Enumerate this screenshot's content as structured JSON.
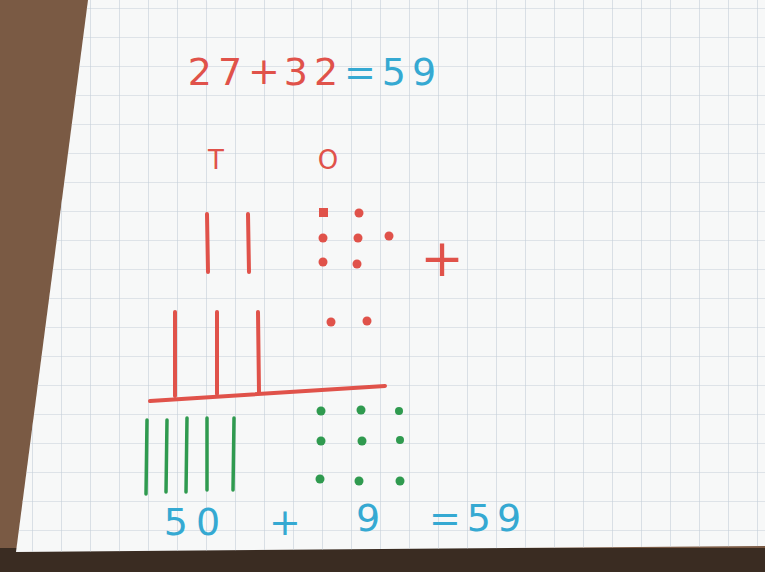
{
  "diagram": {
    "labels": [
      "27",
      "+",
      "32",
      "=59",
      "T",
      "O",
      "+",
      "50",
      "+",
      "9",
      "=59"
    ]
  }
}
